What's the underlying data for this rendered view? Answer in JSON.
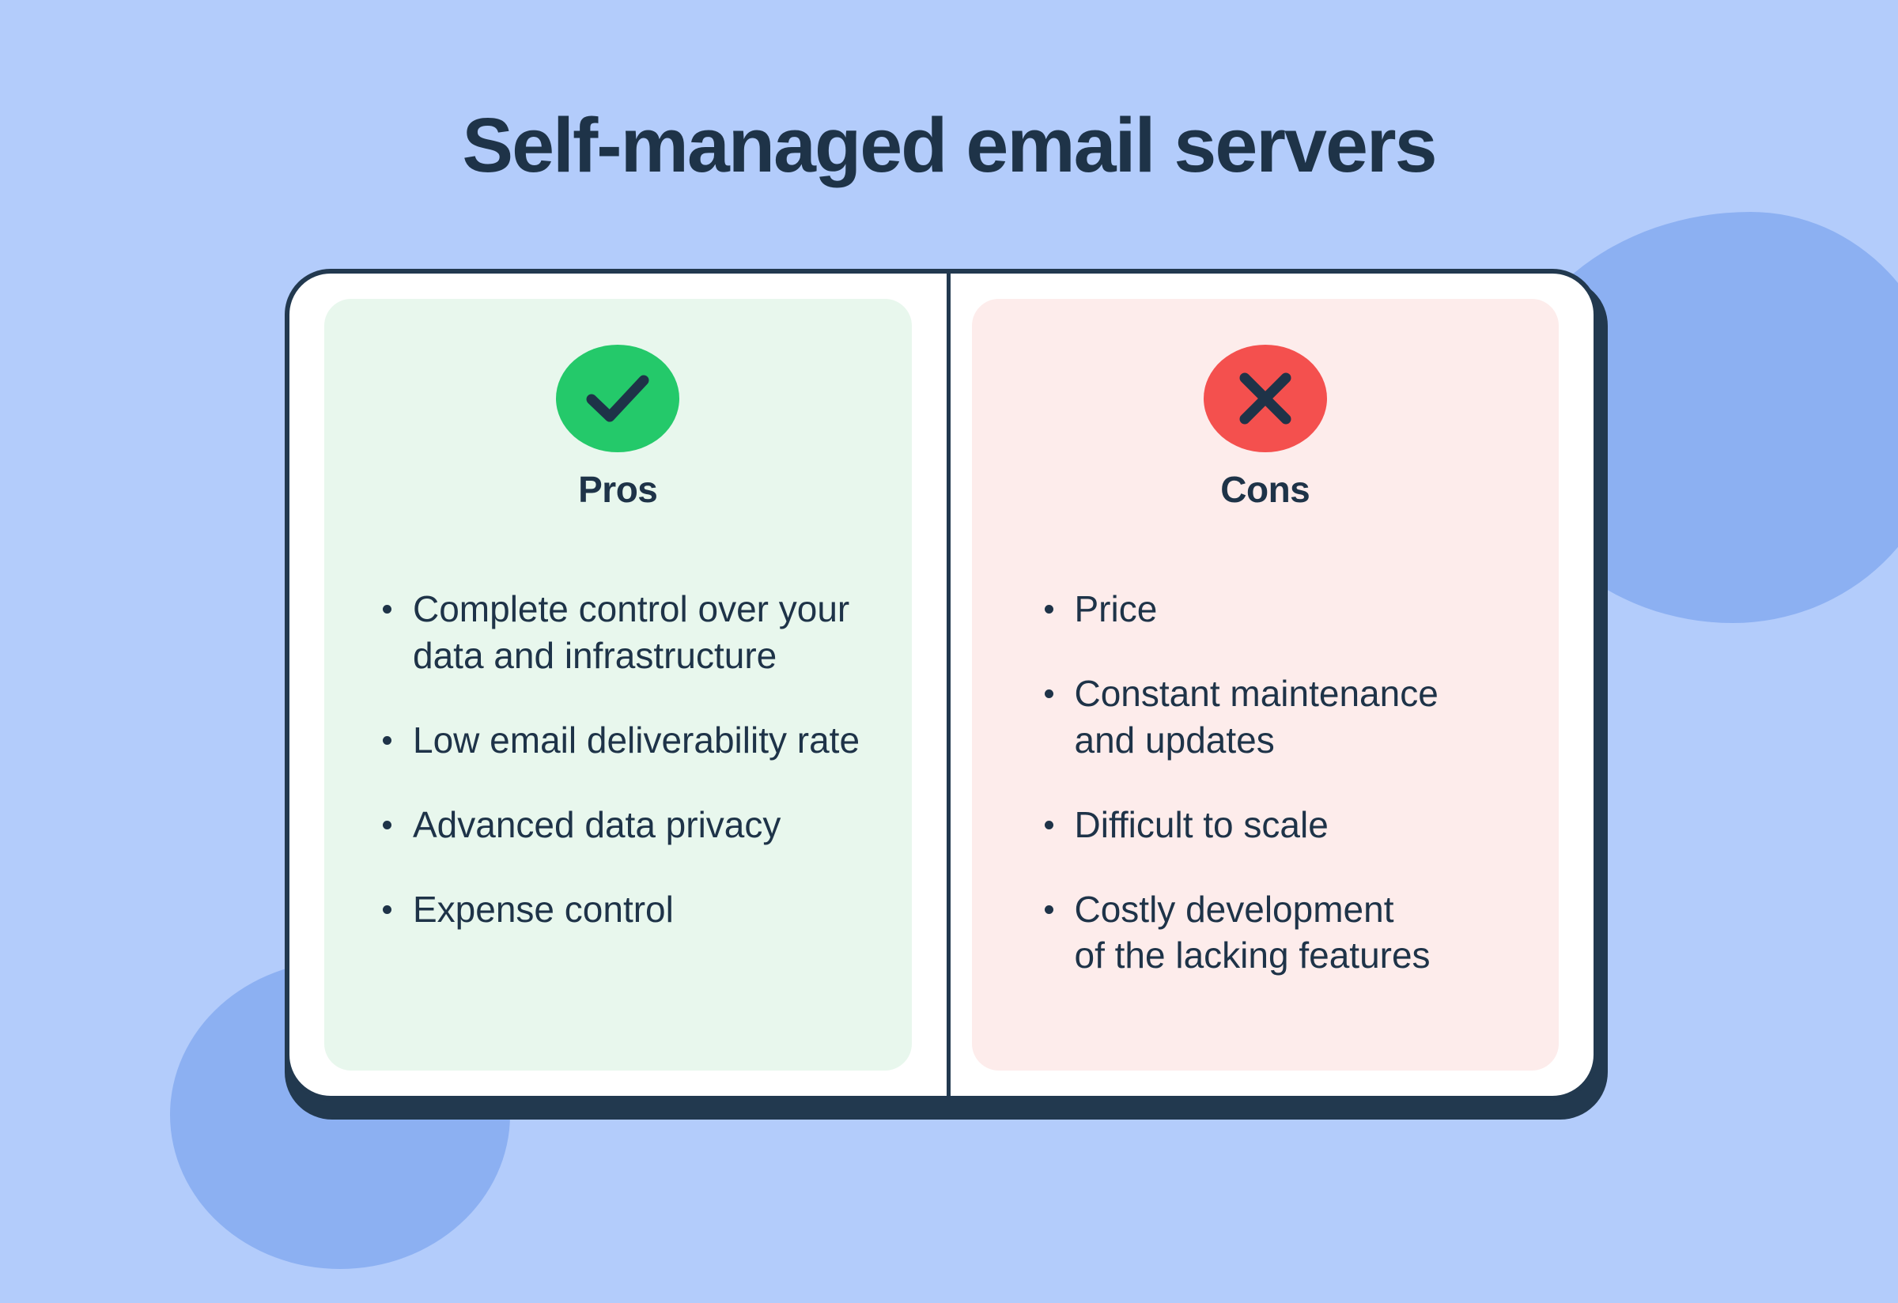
{
  "title": "Self-managed email servers",
  "colors": {
    "background": "#b3ccfb",
    "blob": "#8cb0f2",
    "ink": "#1e3348",
    "card_border": "#22394f",
    "card_fill": "#ffffff",
    "pros_panel": "#e8f7ed",
    "cons_panel": "#fdeceb",
    "pros_badge": "#24c96a",
    "cons_badge": "#f4504e"
  },
  "columns": {
    "pros": {
      "label": "Pros",
      "icon": "check-icon",
      "items": [
        "Complete control over your\ndata and infrastructure",
        "Low email deliverability rate",
        "Advanced data privacy",
        "Expense control"
      ]
    },
    "cons": {
      "label": "Cons",
      "icon": "close-icon",
      "items": [
        "Price",
        "Constant maintenance\nand updates",
        "Difficult to scale",
        "Costly development\nof the lacking features"
      ]
    }
  }
}
